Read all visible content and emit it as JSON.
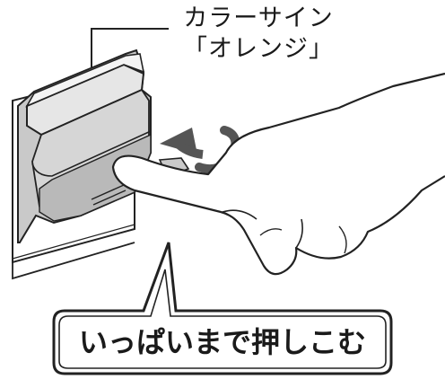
{
  "callout": {
    "line1": "カラーサイン",
    "line2": "「オレンジ」"
  },
  "bubble": {
    "text": "いっぱいまで押しこむ"
  },
  "colors": {
    "line": "#222222",
    "cartridge_light": "#e6e6e6",
    "cartridge_mid": "#c9c9c9",
    "cartridge_dark": "#a9a9a9",
    "arrow": "#555555"
  }
}
